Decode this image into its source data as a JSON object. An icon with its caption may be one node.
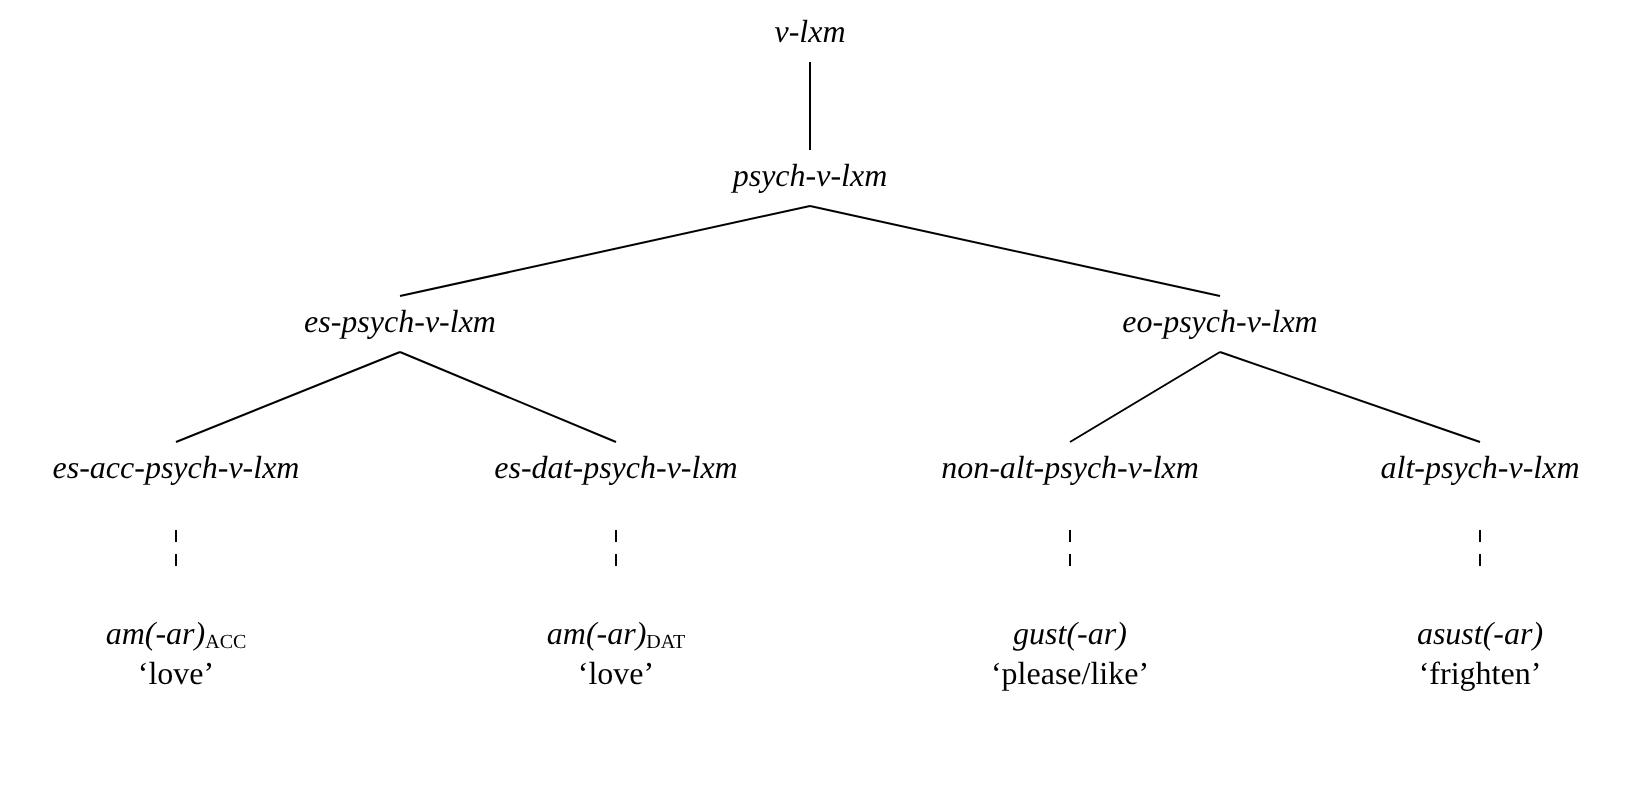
{
  "diagram": {
    "nodes": [
      {
        "text": [
          "v-lxm"
        ]
      },
      {
        "text": [
          "psych-v-lxm"
        ]
      },
      {
        "text": [
          "es-psych-v-lxm"
        ]
      },
      {
        "text": [
          "eo-psych-v-lxm"
        ]
      },
      {
        "text": [
          "es-acc-psych-v-lxm"
        ]
      },
      {
        "text": [
          "es-dat-psych-v-lxm"
        ]
      },
      {
        "text": [
          "non-alt-psych-v-lxm"
        ]
      },
      {
        "text": [
          "alt-psych-v-lxm"
        ]
      },
      {
        "text": [
          "*am(-ar)*$_{ACC}$",
          "‘love’"
        ]
      },
      {
        "text": [
          "*am(-ar)*$_{DAT}$",
          "‘love’"
        ]
      },
      {
        "text": [
          "*gust(-ar)*",
          "‘please/like’"
        ]
      },
      {
        "text": [
          "*asust(-ar)*",
          "‘frighten’"
        ]
      }
    ],
    "edges": [
      {
        "from": 0,
        "to": 1,
        "arrow": "none"
      },
      {
        "from": 1,
        "to": 2,
        "arrow": "none"
      },
      {
        "from": 1,
        "to": 3,
        "arrow": "none"
      },
      {
        "from": 2,
        "to": 4,
        "arrow": "none"
      },
      {
        "from": 2,
        "to": 5,
        "arrow": "none"
      },
      {
        "from": 3,
        "to": 6,
        "arrow": "none"
      },
      {
        "from": 3,
        "to": 7,
        "arrow": "none"
      },
      {
        "from": 4,
        "to": 8,
        "arrow": "none",
        "style": "dashed"
      },
      {
        "from": 5,
        "to": 9,
        "arrow": "none",
        "style": "dashed"
      },
      {
        "from": 6,
        "to": 10,
        "arrow": "none",
        "style": "dashed"
      },
      {
        "from": 7,
        "to": 11,
        "arrow": "none",
        "style": "dashed"
      }
    ]
  }
}
